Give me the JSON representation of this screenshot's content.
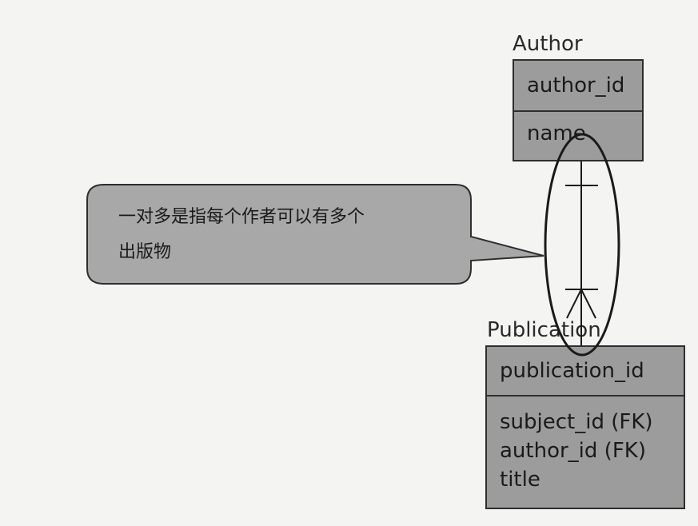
{
  "author": {
    "title": "Author",
    "key": "author_id",
    "attributes": [
      "name"
    ]
  },
  "publication": {
    "title": "Publication",
    "key": "publication_id",
    "attributes": [
      "subject_id (FK)",
      "author_id (FK)",
      "title"
    ]
  },
  "callout": {
    "line1": "一对多是指每个作者可以有多个",
    "line2": "出版物"
  },
  "colors": {
    "background": "#f4f4f2",
    "entity_fill": "#9c9c9c",
    "callout_fill": "#a8a8a8",
    "stroke": "#2e2e2e"
  }
}
